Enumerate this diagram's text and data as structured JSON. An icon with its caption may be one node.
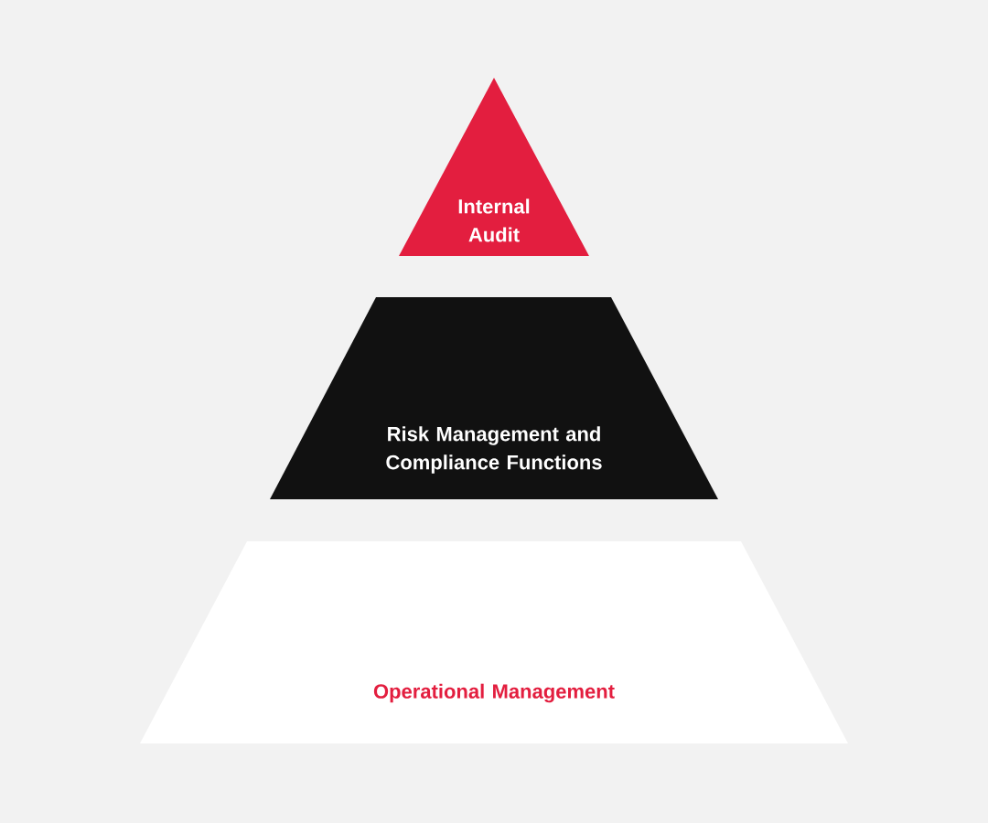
{
  "diagram": {
    "nodes": [
      {
        "text": [
          "Internal Audit"
        ]
      },
      {
        "text": [
          "Risk Management and Compliance Functions"
        ]
      },
      {
        "text": [
          "Operational Management"
        ]
      }
    ]
  }
}
